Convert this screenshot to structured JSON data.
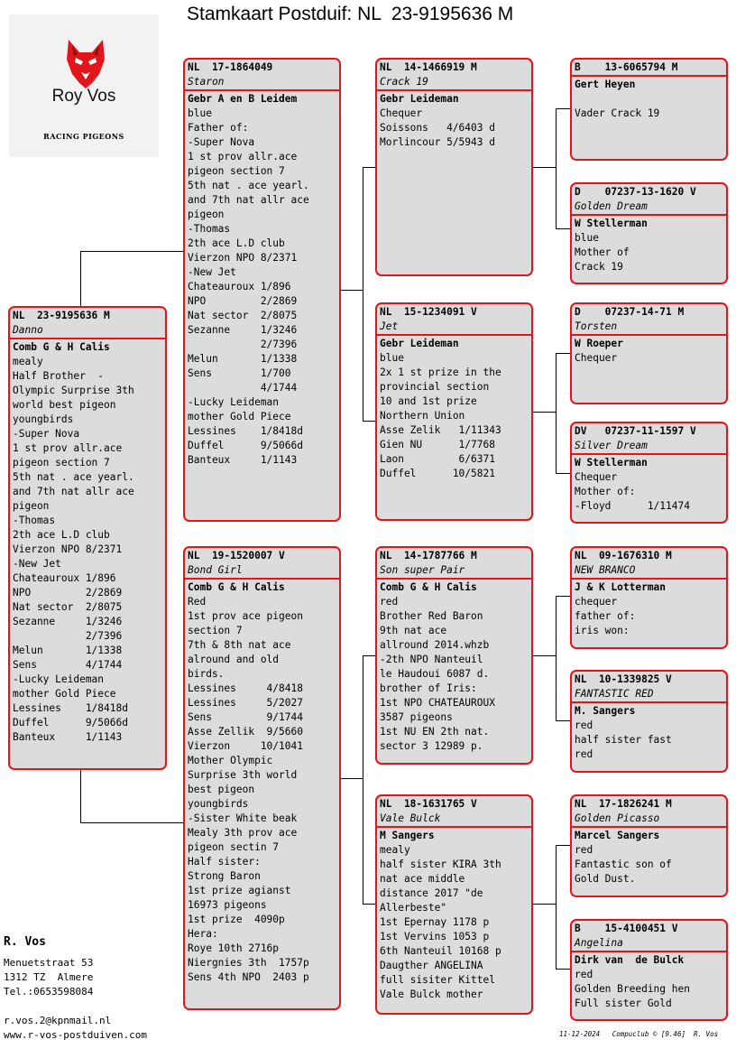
{
  "title": "Stamkaart Postduif: NL  23-9195636 M",
  "logo": {
    "name": "Roy Vos",
    "subtitle": "RACING PIGEONS",
    "icon": "wolf-head-icon"
  },
  "colors": {
    "border": "#e4141b",
    "card_bg": "#dcdcdc"
  },
  "cards": {
    "main": {
      "ring": "NL  23-9195636 M",
      "name": "Danno",
      "owner": "Comb G & H Calis",
      "body": "mealy\nHalf Brother  -\nOlympic Surprise 3th\nworld best pigeon\nyoungbirds\n-Super Nova\n1 st prov allr.ace\npigeon section 7\n5th nat . ace yearl.\nand 7th nat allr ace\npigeon\n-Thomas\n2th ace L.D club\nVierzon NPO 8/2371\n-New Jet\nChateauroux 1/896\nNPO         2/2869\nNat sector  2/8075\nSezanne     1/3246\n            2/7396\nMelun       1/1338\nSens        4/1744\n-Lucky Leideman\nmother Gold Piece\nLessines    1/8418d\nDuffel      9/5066d\nBanteux     1/1143"
    },
    "father": {
      "ring": "NL  17-1864049",
      "name": "Staron",
      "owner": "Gebr A en B Leidem",
      "body": "blue\nFather of:\n-Super Nova\n1 st prov allr.ace\npigeon section 7\n5th nat . ace yearl.\nand 7th nat allr ace\npigeon\n-Thomas\n2th ace L.D club\nVierzon NPO 8/2371\n-New Jet\nChateauroux 1/896\nNPO         2/2869\nNat sector  2/8075\nSezanne     1/3246\n            2/7396\nMelun       1/1338\nSens        1/700\n            4/1744\n-Lucky Leideman\nmother Gold Piece\nLessines    1/8418d\nDuffel      9/5066d\nBanteux     1/1143"
    },
    "mother": {
      "ring": "NL  19-1520007 V",
      "name": "Bond Girl",
      "owner": "Comb G & H Calis",
      "body": "Red\n1st prov ace pigeon\nsection 7\n7th & 8th nat ace\nalround and old\nbirds.\nLessines     4/8418\nLessines     5/2027\nSens         9/1744\nAsse Zellik  9/5660\nVierzon     10/1041\nMother Olympic\nSurprise 3th world\nbest pigeon\nyoungbirds\n-Sister White beak\nMealy 3th prov ace\npigeon sectin 7\nHalf sister:\nStrong Baron\n1st prize agianst\n16973 pigeons\n1st prize  4090p\nHera:\nRoye 10th 2716p\nNiergnies 3th  1757p\nSens 4th NPO  2403 p"
    },
    "ff": {
      "ring": "NL  14-1466919 M",
      "name": "Crack 19",
      "owner": "Gebr Leideman",
      "body": "Chequer\nSoissons   4/6403 d\nMorlincour 5/5943 d"
    },
    "fm": {
      "ring": "NL  15-1234091 V",
      "name": "Jet",
      "owner": "Gebr Leideman",
      "body": "blue\n2x 1 st prize in the\nprovincial section\n10 and 1st prize\nNorthern Union\nAsse Zelik   1/11343\nGien NU      1/7768\nLaon         6/6371\nDuffel      10/5821"
    },
    "mf": {
      "ring": "NL  14-1787766 M",
      "name": "Son super Pair",
      "owner": "Comb G & H Calis",
      "body": "red\nBrother Red Baron\n9th nat ace\nallround 2014.whzb\n-2th NPO Nanteuil\nle Haudoui 6087 d.\nbrother of Iris:\n1st NPO CHATEAUROUX\n3587 pigeons\n1st NU EN 2th nat.\nsector 3 12989 p."
    },
    "mm": {
      "ring": "NL  18-1631765 V",
      "name": "Vale Bulck",
      "owner": "M Sangers",
      "body": "mealy\nhalf sister KIRA 3th\nnat ace middle\ndistance 2017 \"de\nAllerbeste\"\n1st Epernay 1178 p\n1st Vervins 1053 p\n6th Nanteuil 10168 p\nDaugther ANGELINA\nfull sisiter Kittel\nVale Bulck mother"
    },
    "fff": {
      "ring": "B    13-6065794 M",
      "name": "",
      "owner": "Gert Heyen",
      "body": "\nVader Crack 19"
    },
    "ffm": {
      "ring": "D    07237-13-1620 V",
      "name": "Golden Dream",
      "owner": "W Stellerman",
      "body": "blue\nMother of\nCrack 19"
    },
    "fmf": {
      "ring": "D    07237-14-71 M",
      "name": "Torsten",
      "owner": "W Roeper",
      "body": "Chequer"
    },
    "fmm": {
      "ring": "DV   07237-11-1597 V",
      "name": "Silver Dream",
      "owner": "W Stellerman",
      "body": "Chequer\nMother of:\n-Floyd      1/11474"
    },
    "mff": {
      "ring": "NL  09-1676310 M",
      "name": "NEW BRANCO",
      "owner": "J & K Lotterman",
      "body": "chequer\nfather of:\niris won:"
    },
    "mfm": {
      "ring": "NL  10-1339825 V",
      "name": "FANTASTIC RED",
      "owner": "M. Sangers",
      "body": "red\nhalf sister fast\nred"
    },
    "mmf": {
      "ring": "NL  17-1826241 M",
      "name": "Golden Picasso",
      "owner": "Marcel Sangers",
      "body": "red\nFantastic son of\nGold Dust."
    },
    "mmm": {
      "ring": "B    15-4100451 V",
      "name": "Angelina",
      "owner": "Dirk van  de Bulck",
      "body": "red\nGolden Breeding hen\nFull sister Gold"
    }
  },
  "footer": {
    "owner_name": "R. Vos",
    "address": "Menuetstraat 53\n1312 TZ  Almere\nTel.:0653598084",
    "contact": "r.vos.2@kpnmail.nl\nwww.r-vos-postduiven.com",
    "stamp": "11-12-2024   Compuclub © [9.46]  R. Vos"
  }
}
